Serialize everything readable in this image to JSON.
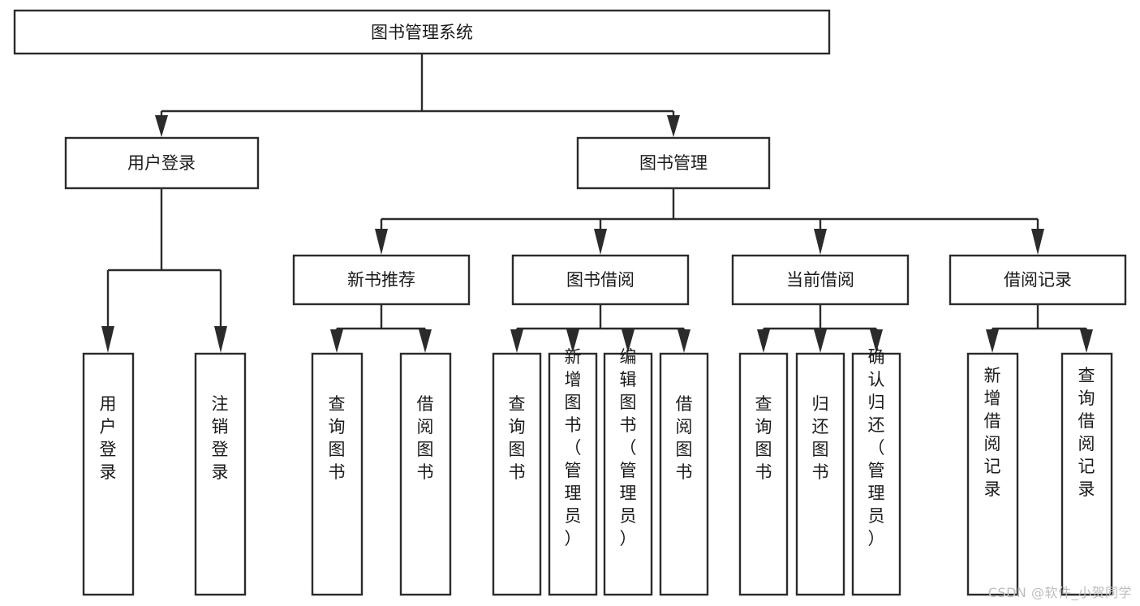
{
  "diagram": {
    "title": "图书管理系统",
    "type": "hierarchy-tree",
    "watermark": "CSDN @软件_小贺同学",
    "colors": {
      "background": "#ffffff",
      "box_fill": "#ffffff",
      "box_stroke": "#2b2b2b",
      "text": "#1a1a1a",
      "watermark": "#bdbdbd"
    },
    "nodes": {
      "root": {
        "label": "图书管理系统",
        "orientation": "horizontal"
      },
      "level2": [
        {
          "label": "用户登录",
          "orientation": "horizontal"
        },
        {
          "label": "图书管理",
          "orientation": "horizontal"
        }
      ],
      "level3": [
        {
          "label": "新书推荐",
          "orientation": "horizontal"
        },
        {
          "label": "图书借阅",
          "orientation": "horizontal"
        },
        {
          "label": "当前借阅",
          "orientation": "horizontal"
        },
        {
          "label": "借阅记录",
          "orientation": "horizontal"
        }
      ],
      "leaves": {
        "user_login": [
          {
            "label": "用户登录",
            "orientation": "vertical"
          },
          {
            "label": "注销登录",
            "orientation": "vertical"
          }
        ],
        "new_book_recommend": [
          {
            "label": "查询图书",
            "orientation": "vertical"
          },
          {
            "label": "借阅图书",
            "orientation": "vertical"
          }
        ],
        "book_borrow": [
          {
            "label": "查询图书",
            "orientation": "vertical"
          },
          {
            "label": "新增图书（管理员）",
            "orientation": "vertical"
          },
          {
            "label": "编辑图书（管理员）",
            "orientation": "vertical"
          },
          {
            "label": "借阅图书",
            "orientation": "vertical"
          }
        ],
        "current_borrow": [
          {
            "label": "查询图书",
            "orientation": "vertical"
          },
          {
            "label": "归还图书",
            "orientation": "vertical"
          },
          {
            "label": "确认归还（管理员）",
            "orientation": "vertical"
          }
        ],
        "borrow_record": [
          {
            "label": "新增借阅记录",
            "orientation": "vertical"
          },
          {
            "label": "查询借阅记录",
            "orientation": "vertical"
          }
        ]
      }
    }
  }
}
